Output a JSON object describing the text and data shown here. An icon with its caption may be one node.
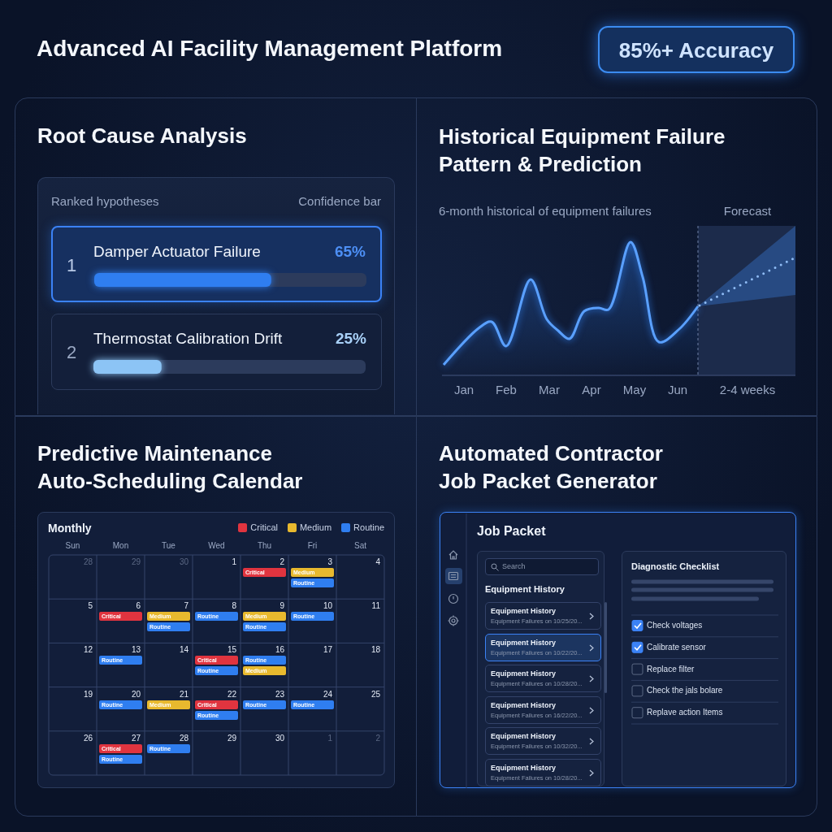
{
  "diagram": {
    "title": "Advanced AI Facility Management Platform",
    "nodes": [
      {
        "text": [
          "85%+ Accuracy"
        ]
      },
      {
        "text": [
          "Root Cause Analysis"
        ]
      },
      {
        "text": [
          "Ranked hypotheses",
          "Confidence bar"
        ],
        "in": 1
      },
      {
        "text": [
          "1",
          "Damper Actuator Failure",
          "65%"
        ],
        "in": 2
      },
      {
        "text": [
          "2",
          "Thermostat Calibration Drift",
          "25%"
        ],
        "in": 2
      },
      {
        "text": [
          "Historical Equipment Failure Pattern & Prediction"
        ]
      },
      {
        "text": [
          "Predictive Maintenance Auto-Scheduling Calendar"
        ]
      },
      {
        "text": [
          "Monthly"
        ],
        "in": 6
      },
      {
        "text": [
          "Automated Contractor Job Packet Generator"
        ]
      },
      {
        "text": [
          "Job Packet"
        ],
        "in": 8
      },
      {
        "text": [
          "Equipment History"
        ],
        "in": 9
      },
      {
        "text": [
          "Search"
        ],
        "in": 10
      },
      {
        "text": [
          "Equipment History",
          "Equipment Failures on 10/25/20..."
        ],
        "in": 10
      },
      {
        "text": [
          "Equipment History",
          "Equipment Failures on 10/22/20..."
        ],
        "in": 10
      },
      {
        "text": [
          "Equipment History",
          "Equipment Failures on 10/28/20..."
        ],
        "in": 10
      },
      {
        "text": [
          "Equipment History",
          "Equipment Failures on 16/22/20..."
        ],
        "in": 10
      },
      {
        "text": [
          "Equipment History",
          "Equipment Failures on 10/32/20..."
        ],
        "in": 10
      },
      {
        "text": [
          "Equipment History",
          "Equipment Failures on 10/28/20..."
        ],
        "in": 10
      },
      {
        "text": [
          "Diagnostic Checklist"
        ],
        "in": 9
      }
    ],
    "labels": [
      "6-month historical of equipment failures",
      "Forecast",
      "Jan",
      "Feb",
      "Mar",
      "Apr",
      "May",
      "Jun",
      "2-4 weeks",
      "Sun",
      "Mon",
      "Tue",
      "Wed",
      "Thu",
      "Fri",
      "Sat",
      "28",
      "29",
      "30",
      "1",
      "2",
      "Critical",
      "3",
      "Medium",
      "Routine",
      "4",
      "5",
      "6",
      "Critical",
      "7",
      "Medium",
      "Routine",
      "8",
      "Routine",
      "9",
      "Medium",
      "Routine",
      "10",
      "Routine",
      "11",
      "12",
      "13",
      "Routine",
      "14",
      "15",
      "Critical",
      "Routine",
      "16",
      "Routine",
      "Medium",
      "17",
      "18",
      "19",
      "20",
      "Routine",
      "21",
      "Medium",
      "22",
      "Critical",
      "Routine",
      "23",
      "Routine",
      "24",
      "Routine",
      "25",
      "26",
      "27",
      "Critical",
      "Routine",
      "28",
      "Routine",
      "29",
      "30",
      "1",
      "2",
      "Check voltages",
      "Calibrate sensor",
      "Replace filter",
      "Check the jals bolare",
      "Replave action Items"
    ],
    "legend": [
      {
        "text": "Critical",
        "color": "#e0343f"
      },
      {
        "text": "Medium",
        "color": "#e8b92e"
      },
      {
        "text": "Routine",
        "color": "#2f7ef0"
      }
    ]
  }
}
